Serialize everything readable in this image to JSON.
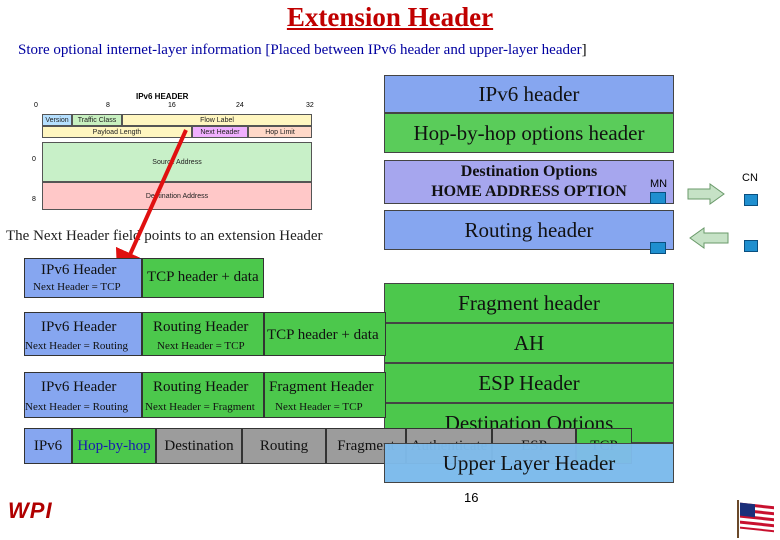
{
  "title": "Extension Header",
  "subtitle": "Store optional internet-layer information [Placed between IPv6 header and upper-layer header",
  "subtitle_close": "]",
  "figure": {
    "heading": "IPv6 HEADER",
    "bits": [
      "0",
      "8",
      "16",
      "24",
      "32"
    ],
    "version": "Version",
    "traffic_class": "Traffic Class",
    "flow_label": "Flow Label",
    "payload_length": "Payload Length",
    "next_header": "Next Header",
    "hop_limit": "Hop Limit",
    "source_address": "Source Address",
    "destination_address": "Destination Address",
    "left_marks": [
      "0",
      "8"
    ]
  },
  "pointer_text": "The Next Header field points to an extension Header",
  "stack": {
    "ipv6": "IPv6 header",
    "hop": "Hop-by-hop options header",
    "dest_line1": "Destination Options",
    "dest_line2": "HOME ADDRESS OPTION",
    "routing": "Routing header",
    "fragment": "Fragment header",
    "ah": "AH",
    "esp": "ESP Header",
    "dest_opts": "Destination Options",
    "upper": "Upper Layer Header"
  },
  "mobility": {
    "mn": "MN",
    "cn": "CN"
  },
  "rows": [
    {
      "cells": [
        {
          "main": "IPv6 Header",
          "sub": "Next Header = TCP"
        },
        {
          "main": "TCP header + data",
          "sub": ""
        }
      ]
    },
    {
      "cells": [
        {
          "main": "IPv6 Header",
          "sub": "Next Header = Routing"
        },
        {
          "main": "Routing Header",
          "sub": "Next Header = TCP"
        },
        {
          "main": "TCP header + data",
          "sub": ""
        }
      ]
    },
    {
      "cells": [
        {
          "main": "IPv6 Header",
          "sub": "Next Header = Routing"
        },
        {
          "main": "Routing Header",
          "sub": "Next Header = Fragment"
        },
        {
          "main": "Fragment Header",
          "sub": "Next Header = TCP"
        }
      ]
    }
  ],
  "order_row": [
    "IPv6",
    "Hop-by-hop",
    "Destination",
    "Routing",
    "Fragment",
    "Authenticate",
    "ESP",
    "TCP"
  ],
  "page_number": "16",
  "logo": "WPI",
  "colors": {
    "title": "#c00000",
    "subtitle": "#0000a0",
    "ipv6_blue": "#86a6f0",
    "green": "#4cc84c",
    "gray": "#9c9c9c",
    "pointer_arrow": "#e01010"
  }
}
